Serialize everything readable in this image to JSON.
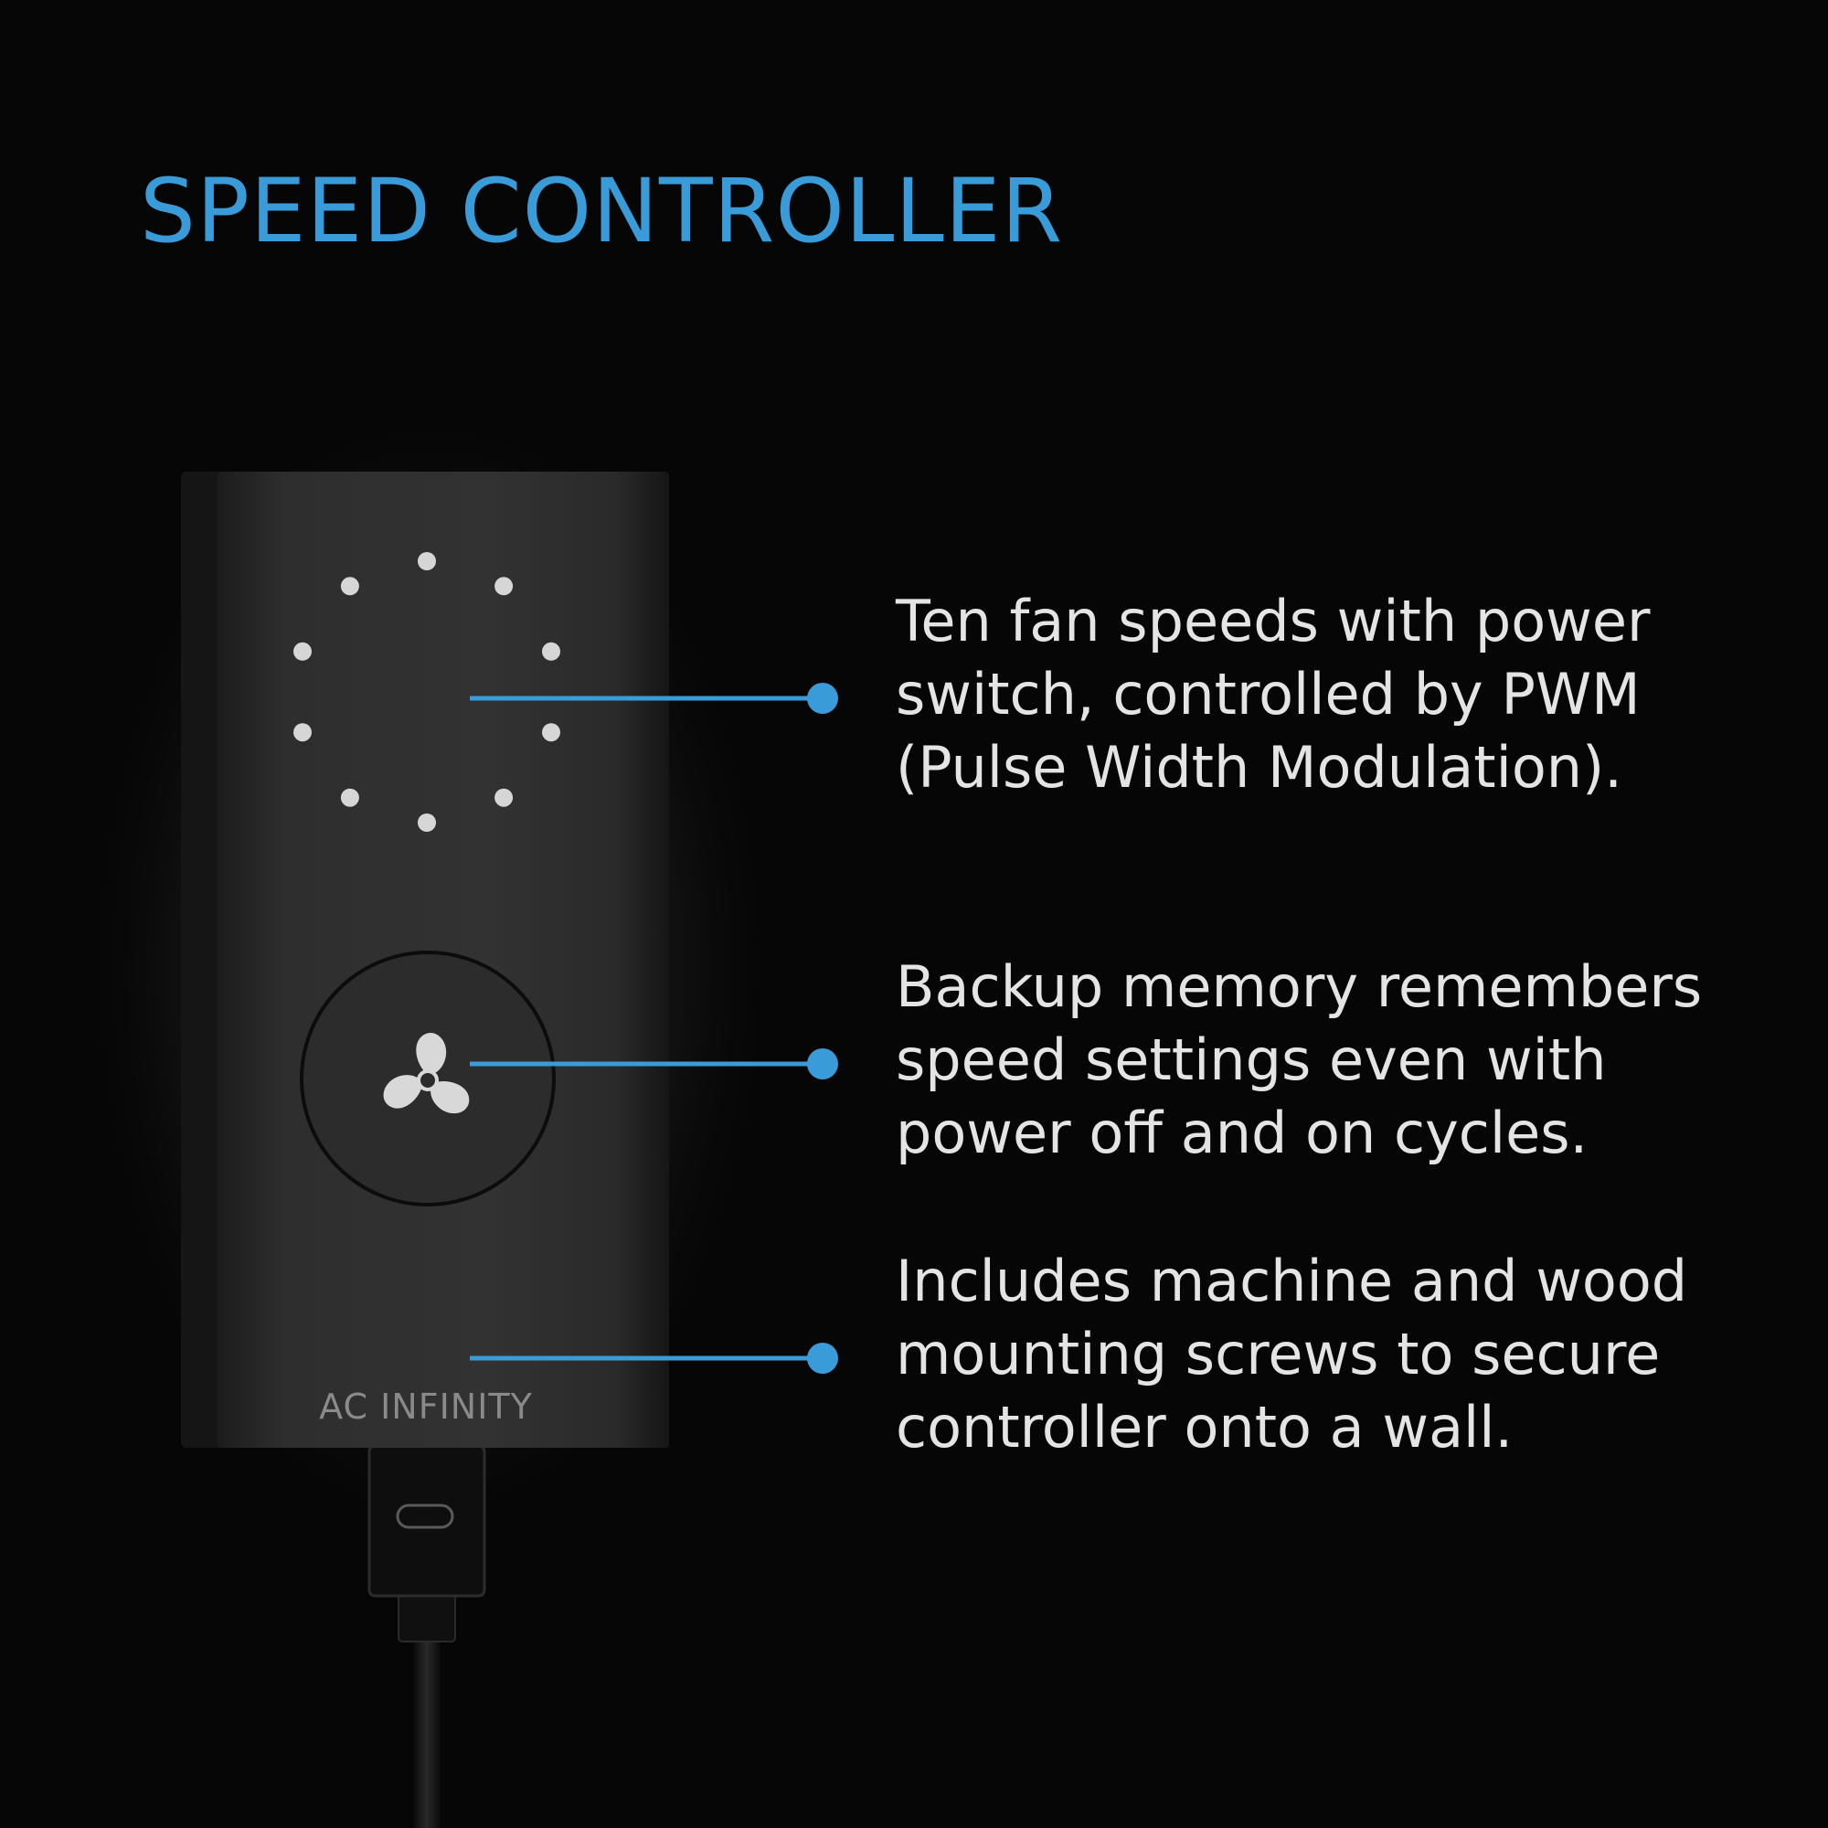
{
  "title": "SPEED CONTROLLER",
  "brand": "AC INFINITY",
  "accent_color": "#3a9bd9",
  "text_color": "#e4e4e4",
  "background_color": "#060606",
  "center_icon": "fan-icon",
  "speed_indicator_count": 10,
  "callouts": [
    {
      "lines": [
        "Ten fan speeds with power",
        "switch, controlled by PWM",
        "(Pulse Width Modulation)."
      ]
    },
    {
      "lines": [
        "Backup memory remembers",
        "speed settings even with",
        "power off and on cycles."
      ]
    },
    {
      "lines": [
        "Includes machine and wood",
        "mounting screws to secure",
        "controller onto a wall."
      ]
    }
  ]
}
